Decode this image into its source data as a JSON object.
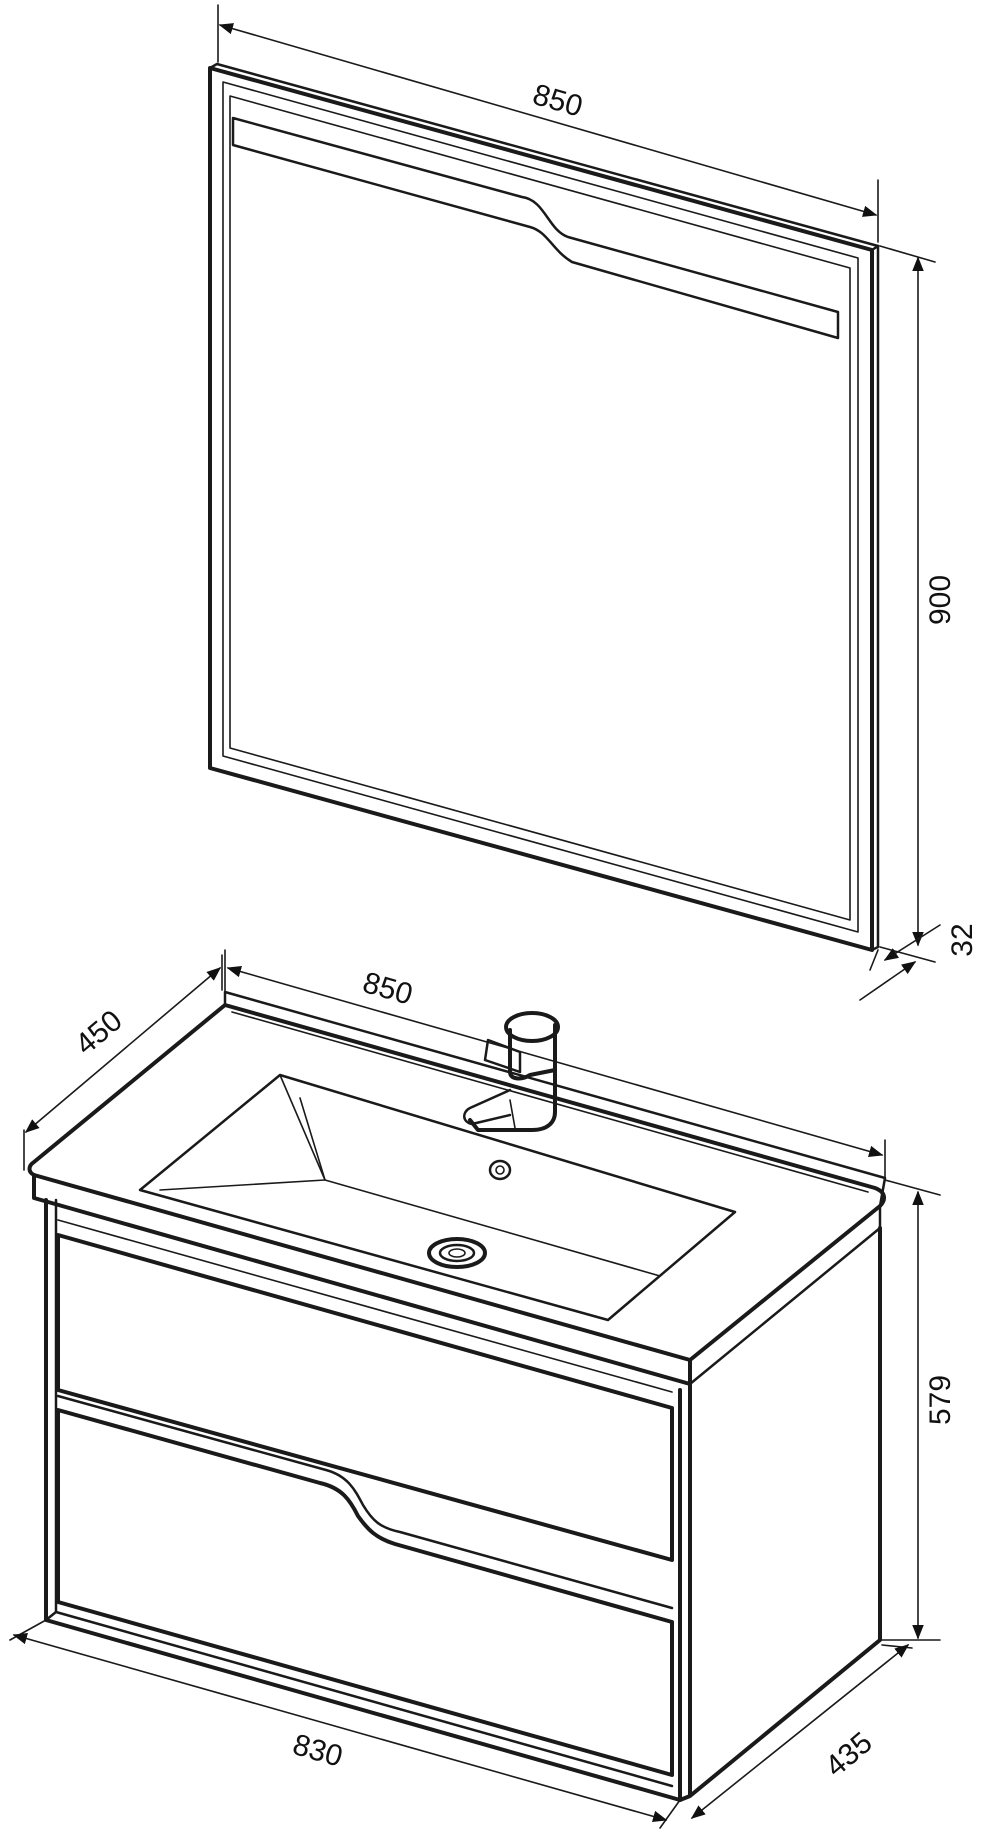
{
  "dimensions": {
    "mirror_width": "850",
    "mirror_height": "900",
    "mirror_depth": "32",
    "basin_width": "850",
    "basin_depth": "450",
    "cabinet_height": "579",
    "cabinet_width": "830",
    "cabinet_depth": "435"
  }
}
